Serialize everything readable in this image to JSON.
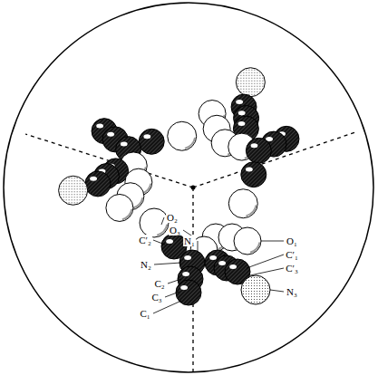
{
  "diagram": {
    "labels": [
      "O₂",
      "C′₂",
      "N₂",
      "C₂",
      "C₃",
      "C₁",
      "O₃",
      "N₁",
      "O₁",
      "C′₁",
      "C′₃",
      "N₃"
    ]
  }
}
